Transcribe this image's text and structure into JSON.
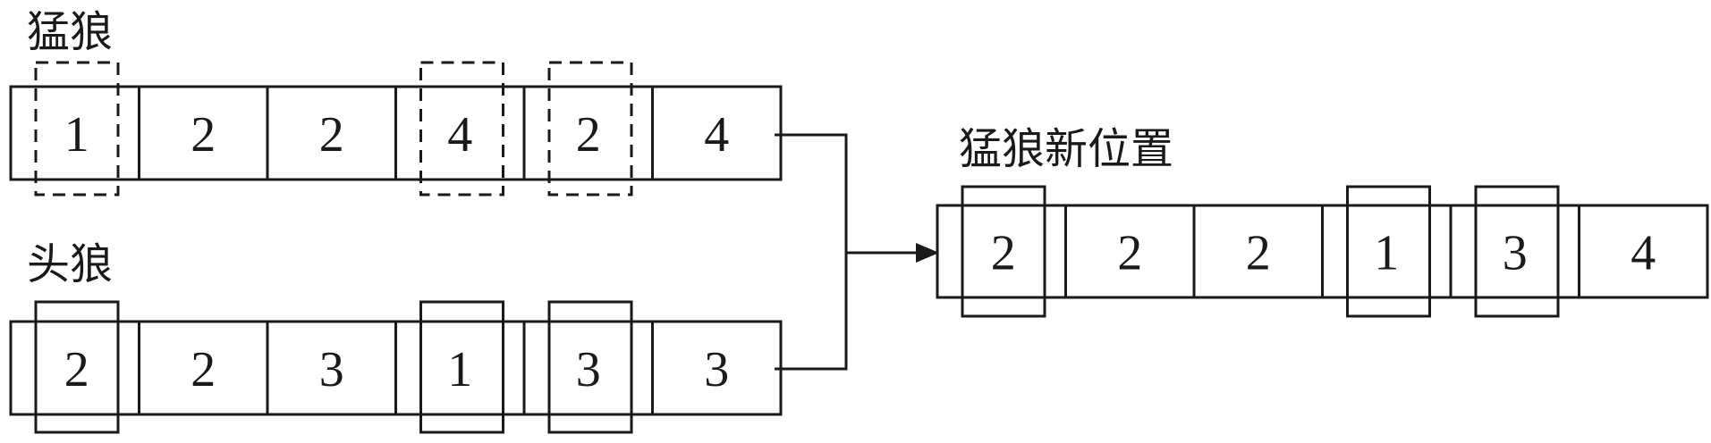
{
  "labels": {
    "fierce_wolves": "猛狼",
    "head_wolf": "头狼",
    "new_position": "猛狼新位置"
  },
  "rows": {
    "fierce_wolves": {
      "cells": [
        "1",
        "2",
        "2",
        "4",
        "2",
        "4"
      ],
      "highlighted": [
        0,
        3,
        4
      ],
      "highlight_style": "dashed"
    },
    "head_wolf": {
      "cells": [
        "2",
        "2",
        "3",
        "1",
        "3",
        "3"
      ],
      "highlighted": [
        0,
        3,
        4
      ],
      "highlight_style": "solid"
    },
    "new_position": {
      "cells": [
        "2",
        "2",
        "2",
        "1",
        "3",
        "4"
      ],
      "highlighted": [
        0,
        3,
        4
      ],
      "highlight_style": "solid"
    }
  },
  "colors": {
    "stroke": "#1a1a1a",
    "background": "#ffffff"
  }
}
